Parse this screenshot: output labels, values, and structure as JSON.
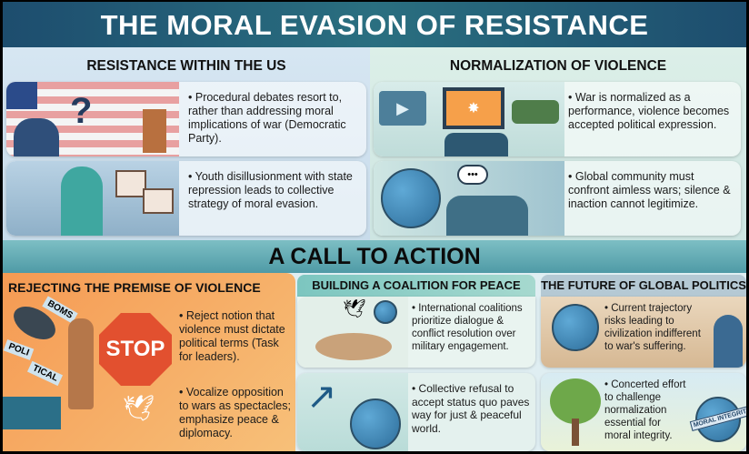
{
  "title": "THE MORAL EVASION OF RESISTANCE",
  "resistance": {
    "heading": "RESISTANCE WITHIN THE US",
    "cards": [
      {
        "text": "Procedural debates resort to, rather than addressing moral implications of war (Democratic Party).",
        "icons": [
          "us-flag",
          "politicians",
          "question-mark",
          "gavel",
          "podium"
        ]
      },
      {
        "text": "Youth disillusionment with state repression leads to collective strategy of moral evasion.",
        "icons": [
          "water-cannon",
          "crying-youth",
          "protest-signs"
        ]
      }
    ]
  },
  "normalization": {
    "heading": "NORMALIZATION OF VIOLENCE",
    "cards": [
      {
        "text": "War is normalized as a performance, violence becomes accepted political expression.",
        "icons": [
          "tv-play",
          "remote",
          "explosion-screen",
          "tank",
          "gears"
        ]
      },
      {
        "text": "Global community must confront aimless wars; silence & inaction cannot legitimize.",
        "icons": [
          "cracked-globe",
          "speech-bubble",
          "gagged-people",
          "world-map"
        ]
      }
    ]
  },
  "call_to_action": "A CALL TO ACTION",
  "rejecting": {
    "heading": "REJECTING THE PREMISE OF VIOLENCE",
    "stop_sign": "STOP",
    "debris_labels": [
      "BOMS",
      "POLI",
      "TICAL"
    ],
    "bullets": [
      "Reject notion that violence must dictate political terms (Task for leaders).",
      "Vocalize opposition to wars as spectacles; emphasize peace & diplomacy."
    ]
  },
  "coalition": {
    "heading": "BUILDING A COALITION FOR PEACE",
    "cards": [
      "International coalitions prioritize dialogue & conflict resolution over military engagement.",
      "Collective refusal to accept status quo paves way for just & peaceful world."
    ]
  },
  "future": {
    "heading": "THE FUTURE OF GLOBAL POLITICS",
    "badge": "MORAL INTEGRITY",
    "cards": [
      "Current trajectory risks leading to civilization indifferent to war's suffering.",
      "Concerted effort to challenge normalization essential for moral integrity."
    ]
  },
  "colors": {
    "title_band": "#1d4d6e",
    "call_band": "#5fa8b2",
    "orange": "#f59a53",
    "stop": "#e2502f"
  }
}
